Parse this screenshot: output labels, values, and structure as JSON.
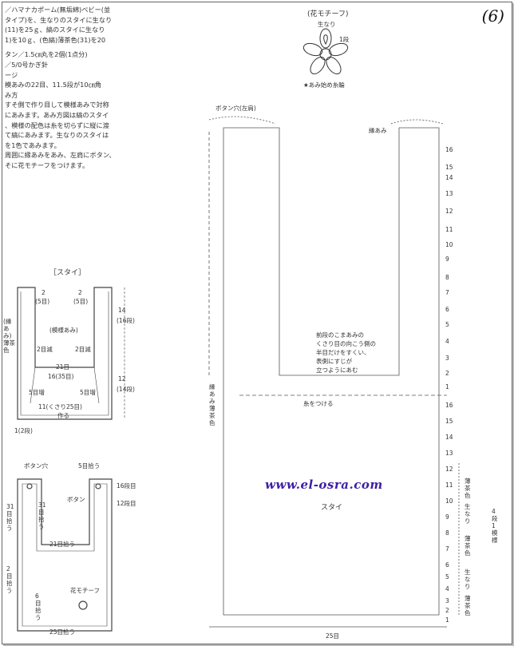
{
  "page_number": "(6)",
  "instructions": {
    "lines": [
      "／ハマナカポーム(無垢綿)ベビー(並",
      "タイプ)を、生なりのスタイに生なり",
      "(11)を25ｇ、縞のスタイに生なり",
      "1)を10ｇ、(色縞)薄茶色(31)を20",
      "タン／1.5㎝丸を2個(1点分)",
      "／5/0号かぎ針",
      "ージ",
      "模あみの22目、11.5段が10㎝角",
      "み方",
      "すそ側で作り目して模様あみで対称",
      "にあみます。あみ方図は縞のスタイ",
      "、模様の配色は糸を切らずに縦に渡",
      "て縞にあみます。生なりのスタイは",
      "を1色であみます。",
      "周囲に縁あみをあみ、左肩にボタン、",
      "そに花モチーフをつけます。"
    ]
  },
  "motif": {
    "title": "(花モチーフ)",
    "color": "生なり",
    "row_label": "1段",
    "start_note": "★あみ始め糸輪"
  },
  "schematic": {
    "title": "［スタイ］",
    "top_left": [
      "2",
      "(5目)"
    ],
    "top_right": [
      "2",
      "(5目)"
    ],
    "edge_label": "(縁あみ)薄茶色",
    "pattern_label": "(模様あみ)",
    "dec_left": "2目減",
    "dec_right": "2目減",
    "height_top": [
      "14",
      "(16段)"
    ],
    "mid_width": [
      "21目",
      "16(35目)"
    ],
    "inc_left": "5目増",
    "inc_right": "5目増",
    "height_bottom": [
      "12",
      "(14段)"
    ],
    "cast_on": "11(くさり25目)",
    "cast_on_note": "作る",
    "bottom_left": "1(2段)"
  },
  "assembly": {
    "buttonhole": "ボタン穴",
    "pick5": "5目拾う",
    "row16": "16段目",
    "row12": "12段目",
    "button": "ボタン",
    "pick31_left": "31目拾う",
    "pick31_inner": "31目拾う",
    "pick21": "21目拾う",
    "pick2_left": "2目拾う",
    "pick6": "6目拾う",
    "motif_label": "花モチーフ",
    "pick25": "25目拾う"
  },
  "chart": {
    "buttonhole": "ボタン穴(左肩)",
    "edge": "縁あみ",
    "edge_color": "縁あみ薄茶色",
    "attach": "糸をつける",
    "note": [
      "前段のこまあみの",
      "くさり目の向こう側の",
      "半目だけをすくい、",
      "表側にすじが",
      "立つようにあむ"
    ],
    "title": "スタイ",
    "width_bottom": "25目",
    "right_rows": [
      "16",
      "15",
      "14",
      "13",
      "12",
      "11",
      "10",
      "9",
      "8",
      "7",
      "6",
      "5",
      "4",
      "3",
      "2",
      "1"
    ],
    "bottom_rows": [
      "16",
      "15",
      "14",
      "13",
      "12",
      "11",
      "10",
      "9",
      "8",
      "7",
      "6",
      "5",
      "4",
      "3",
      "2",
      "1"
    ],
    "color_bands": [
      "薄茶色",
      "生なり",
      "薄茶色",
      "生なり",
      "薄茶色"
    ],
    "repeat": "4段1模様"
  },
  "watermark": "www.el-osra.com"
}
